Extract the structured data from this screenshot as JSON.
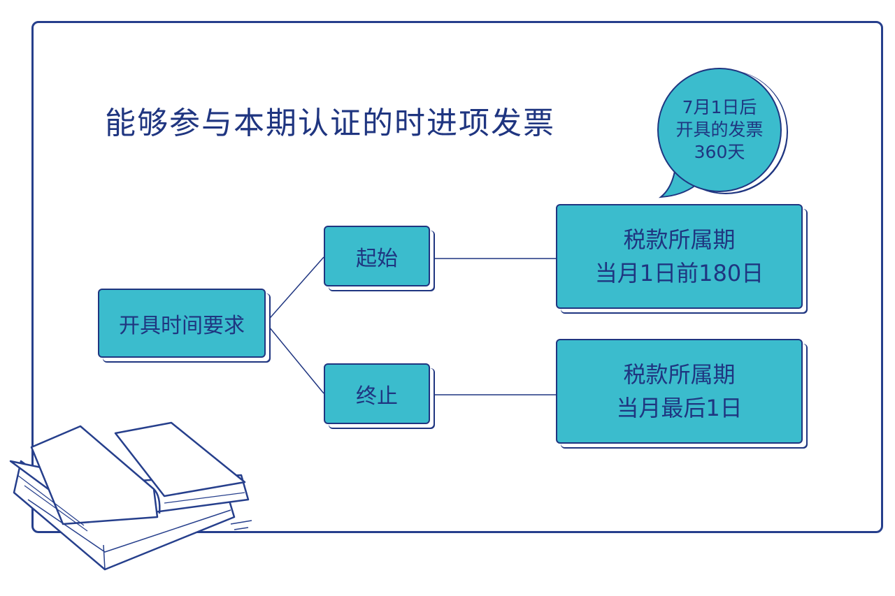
{
  "title": "能够参与本期认证的时进项发票",
  "bubble": {
    "line1": "7月1日后",
    "line2": "开具的发票",
    "line3": "360天"
  },
  "root": {
    "label": "开具时间要求"
  },
  "start": {
    "label": "起始",
    "detail_line1": "税款所属期",
    "detail_line2": "当月1日前180日"
  },
  "end": {
    "label": "终止",
    "detail_line1": "税款所属期",
    "detail_line2": "当月最后1日"
  },
  "colors": {
    "accent": "#3bbccd",
    "ink": "#1f3580"
  }
}
